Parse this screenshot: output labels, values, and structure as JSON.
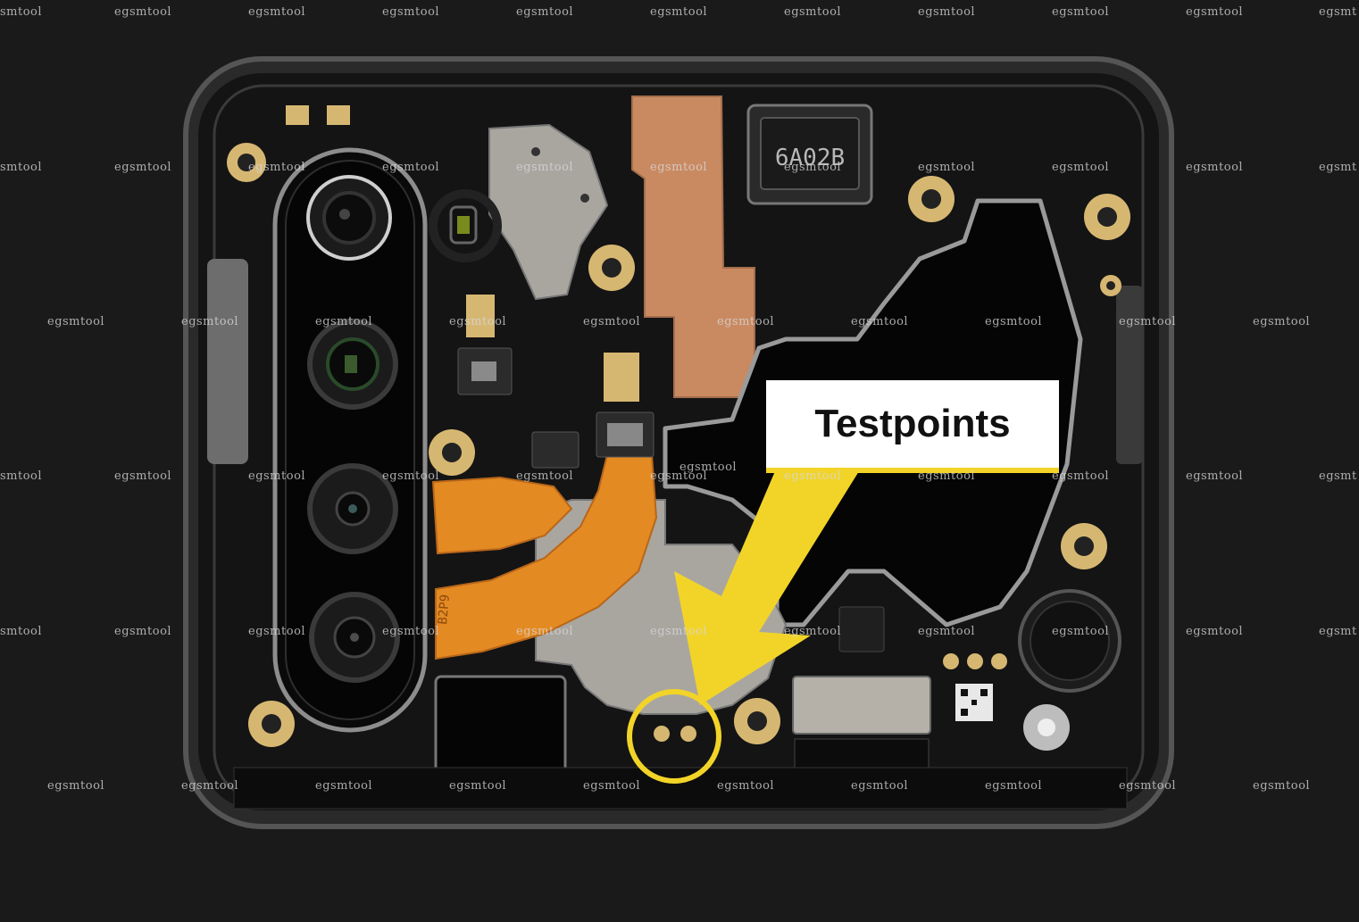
{
  "callout": {
    "label": "Testpoints",
    "accent_color": "#f2d428"
  },
  "pcb": {
    "ic_marking": "6A02B",
    "flex_marking": "B2P9"
  },
  "watermark": {
    "text": "egsmtool",
    "clipped_left": "smtool",
    "clipped_right": "egsmt",
    "clipped_right_top": "egsmt"
  },
  "colors": {
    "background": "#1a1a1a",
    "board": "#141414",
    "copper": "#c98a62",
    "shield": "#a9a6a0",
    "flex_cable": "#e48a22",
    "gold_pad": "#d6b772"
  }
}
